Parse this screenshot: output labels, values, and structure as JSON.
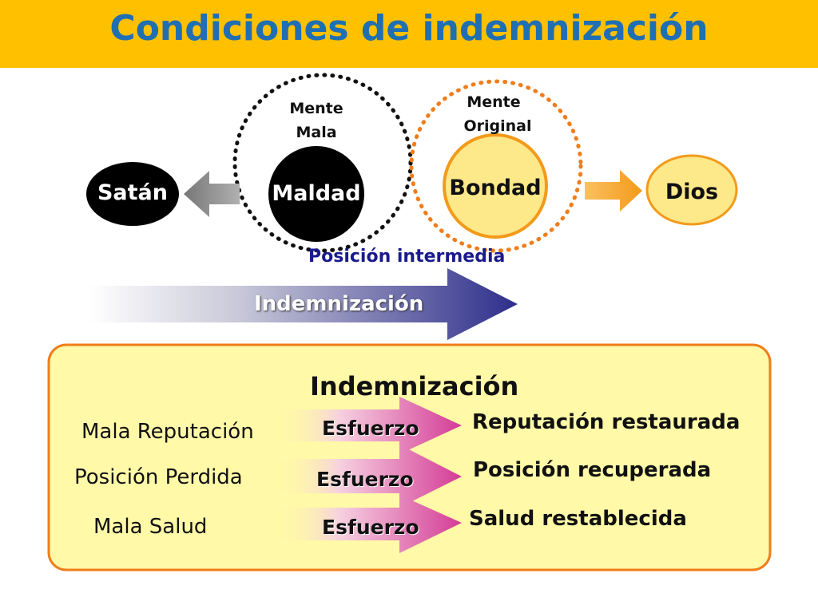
{
  "title": "Condiciones de indemnización",
  "nodes": {
    "satan": "Satán",
    "maldad": "Maldad",
    "bondad": "Bondad",
    "dios": "Dios"
  },
  "minds": {
    "mala": [
      "Mente",
      "Mala"
    ],
    "original": [
      "Mente",
      "Original"
    ]
  },
  "middle_label": "Posición intermedia",
  "main_arrow_label": "Indemnización",
  "box": {
    "title": "Indemnización",
    "rows": [
      {
        "from": "Mala Reputación",
        "effort": "Esfuerzo",
        "to": "Reputación restaurada"
      },
      {
        "from": "Posición Perdida",
        "effort": "Esfuerzo",
        "to": "Posición recuperada"
      },
      {
        "from": "Mala Salud",
        "effort": "Esfuerzo",
        "to": "Salud restablecida"
      }
    ]
  },
  "colors": {
    "header": "#ffc000",
    "title": "#1f6fb2",
    "box_fill": "#fff9a8",
    "box_border": "#f07d1a",
    "arrow_dark": "#2e2e8c",
    "effort_arrow": "#d43c96",
    "dios_circle": "#fde88a",
    "bondad_circle": "#fde88a"
  }
}
